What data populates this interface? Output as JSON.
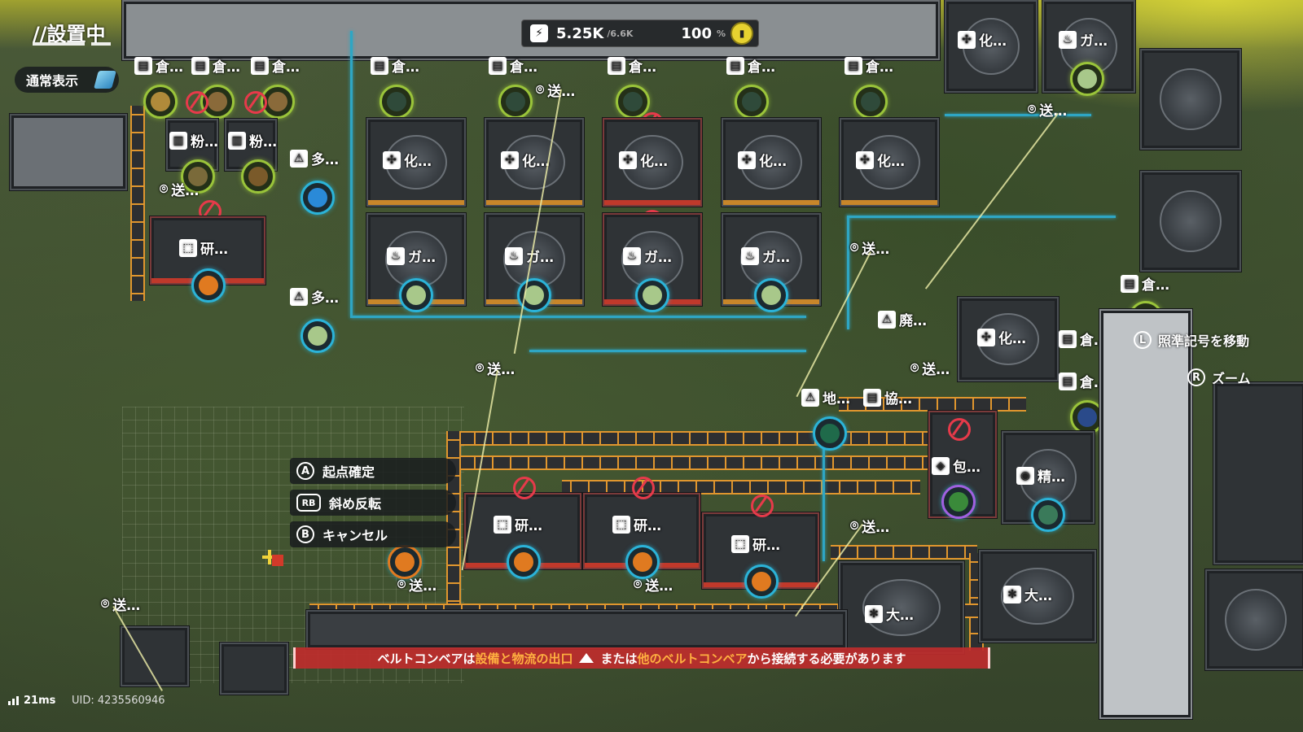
{
  "hud": {
    "title": "//設置中",
    "view_mode": "通常表示",
    "power": {
      "value": "5.25K",
      "capacity": "/6.6K",
      "percent": "100",
      "percent_unit": "%"
    },
    "controls": [
      {
        "button": "A",
        "label": "起点確定"
      },
      {
        "button": "RB",
        "label": "斜め反転"
      },
      {
        "button": "B",
        "label": "キャンセル"
      }
    ],
    "right_hints": [
      {
        "button": "L",
        "label": "照準記号を移動"
      },
      {
        "button": "R",
        "label": "ズーム"
      }
    ],
    "warning": {
      "part1": "ベルトコンベアは",
      "hl1": "設備と物流の出口",
      "part2": "または",
      "hl2": "他のベルトコンベア",
      "part3": "から接続する必要があります"
    },
    "ping": "21ms",
    "uid": "UID: 4235560946"
  },
  "labels": {
    "storage": "倉…",
    "crush": "粉…",
    "multi": "多…",
    "research": "研…",
    "transmit": "送…",
    "chem": "化…",
    "gas": "ガ…",
    "waste": "廃…",
    "ground": "地…",
    "coop": "協…",
    "pack": "包…",
    "refine": "精…",
    "large": "大…"
  },
  "colors": {
    "belt": "#e0962e",
    "pipe": "#2ea6c4",
    "warning": "#be2d2d",
    "no_power": "#e63a4a",
    "accent_yellow": "#e6d230"
  }
}
